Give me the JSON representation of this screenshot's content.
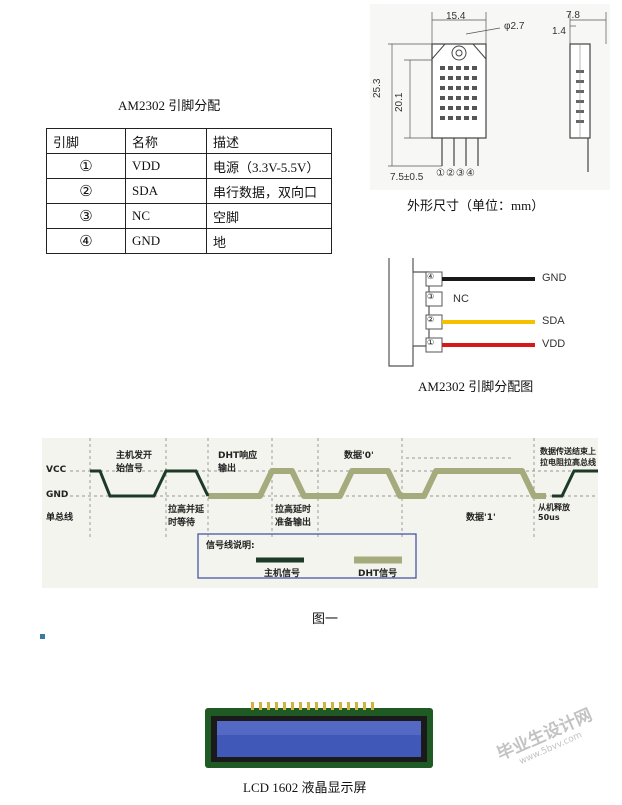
{
  "pin_table": {
    "title": "AM2302 引脚分配",
    "headers": [
      "引脚",
      "名称",
      "描述"
    ],
    "rows": [
      {
        "pin": "①",
        "name": "VDD",
        "desc": "电源（3.3V-5.5V）"
      },
      {
        "pin": "②",
        "name": "SDA",
        "desc": "串行数据，双向口"
      },
      {
        "pin": "③",
        "name": "NC",
        "desc": "空脚"
      },
      {
        "pin": "④",
        "name": "GND",
        "desc": "地"
      }
    ]
  },
  "dimension_drawing": {
    "caption": "外形尺寸（单位：mm）",
    "width": "15.4",
    "hole": "φ2.7",
    "depth": "7.8",
    "side": "1.4",
    "height": "25.3",
    "body_height": "20.1",
    "pitch": "7.5±0.5",
    "pin_marks": "①②③④"
  },
  "pin_diagram": {
    "caption": "AM2302 引脚分配图",
    "wires": [
      {
        "num": "④",
        "label": "GND",
        "color": "#1a1a1a"
      },
      {
        "num": "③",
        "label": "NC",
        "color": ""
      },
      {
        "num": "②",
        "label": "SDA",
        "color": "#f5c000"
      },
      {
        "num": "①",
        "label": "VDD",
        "color": "#d81818"
      }
    ]
  },
  "timing": {
    "caption": "图一",
    "vcc": "VCC",
    "gnd": "GND",
    "bus": "单总线",
    "host_start": "主机发开始信号",
    "pull_wait": "拉高并延时等待",
    "dht_resp": "DHT响应输出",
    "pull_ready": "拉高延时准备输出",
    "data0": "数据'0'",
    "data1": "数据'1'",
    "end_note": "数据传送结束上拉电阻拉高总线",
    "release": "从机释放 50us",
    "legend_title": "信号线说明:",
    "legend_host": "主机信号",
    "legend_dht": "DHT信号",
    "host_color": "#1c3a26",
    "dht_color": "#a6ab7e"
  },
  "lcd": {
    "caption": "LCD 1602 液晶显示屏"
  },
  "watermark": {
    "text": "毕业生设计网",
    "url": "www.5bvv.com"
  }
}
